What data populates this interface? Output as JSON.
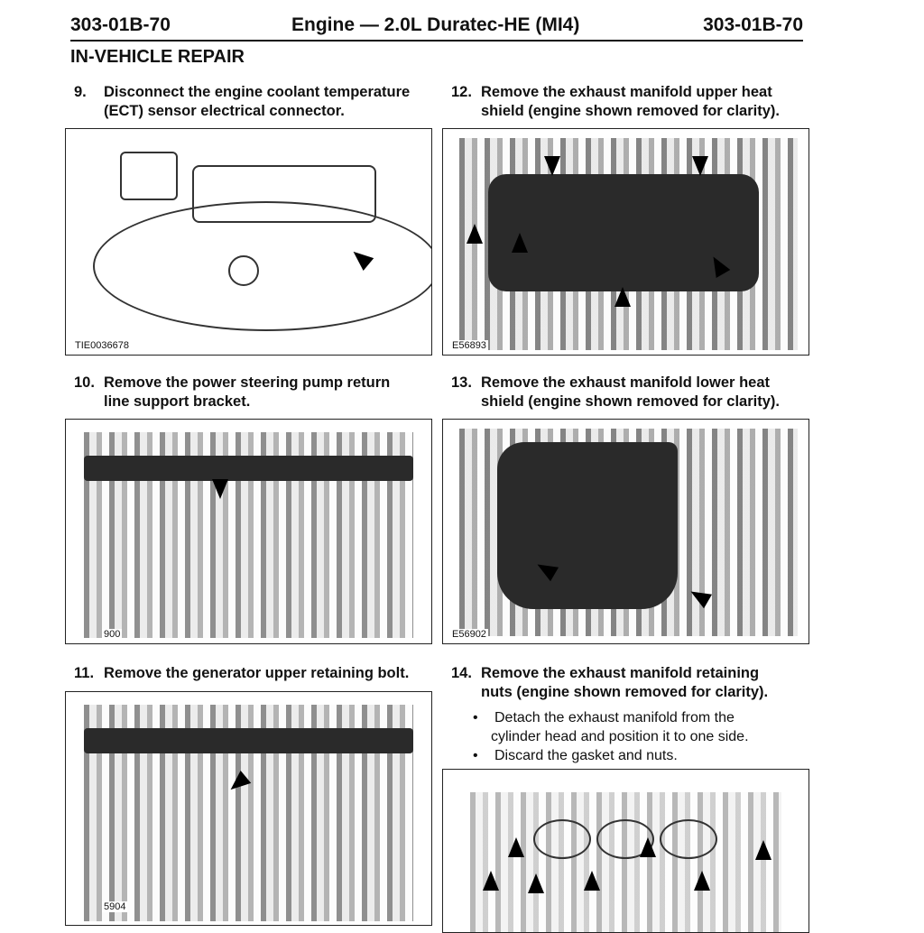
{
  "header": {
    "left": "303-01B-70",
    "center": "Engine — 2.0L Duratec-HE (MI4)",
    "right": "303-01B-70"
  },
  "section": "IN-VEHICLE REPAIR",
  "steps": [
    {
      "num": "9.",
      "l1": "Disconnect the engine coolant temperature",
      "l2": "(ECT) sensor electrical connector.",
      "fig": "TIE0036678"
    },
    {
      "num": "10.",
      "l1": "Remove the power steering pump return",
      "l2": "line support bracket.",
      "fig": "900"
    },
    {
      "num": "11.",
      "l1": "Remove the generator upper retaining bolt.",
      "fig": "5904"
    },
    {
      "num": "12.",
      "l1": "Remove the exhaust manifold upper heat",
      "l2": "shield (engine shown removed for clarity).",
      "fig": "E56893"
    },
    {
      "num": "13.",
      "l1": "Remove the exhaust manifold lower heat",
      "l2": "shield (engine shown removed for clarity).",
      "fig": "E56902"
    },
    {
      "num": "14.",
      "l1": "Remove the exhaust manifold retaining",
      "l2": "nuts (engine shown removed for clarity).",
      "bullets": [
        {
          "l1": "Detach the exhaust manifold from the",
          "l2": "cylinder head and position it to one side."
        },
        {
          "l1": "Discard the gasket and nuts."
        }
      ]
    }
  ]
}
